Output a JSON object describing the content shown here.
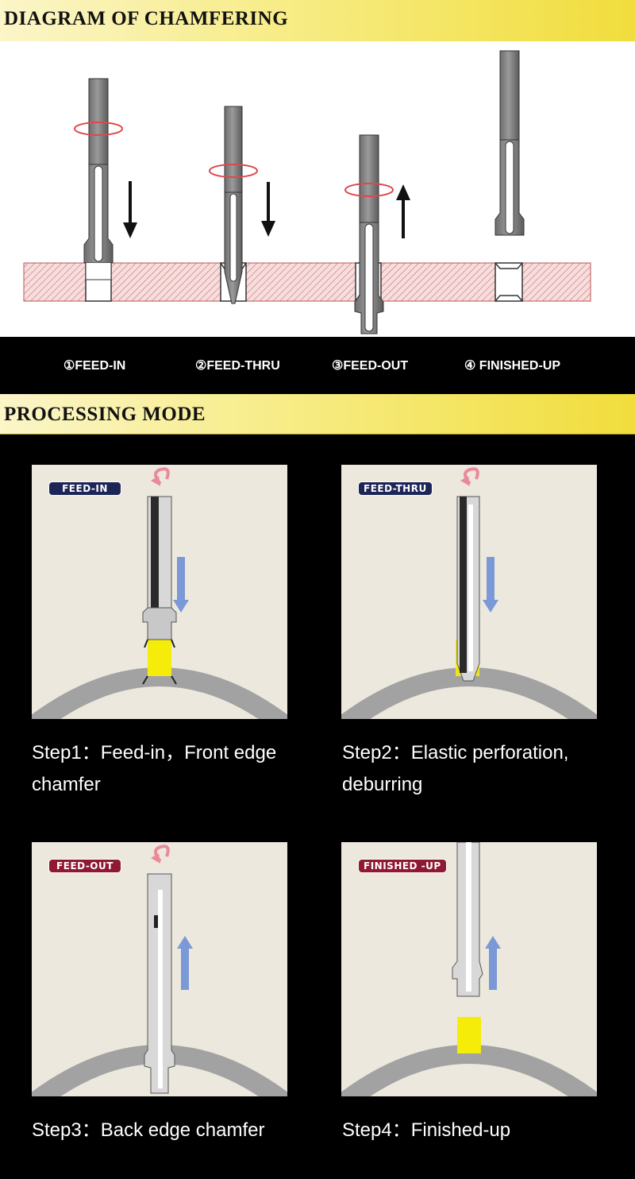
{
  "sections": {
    "diagram_title": "DIAGRAM OF CHAMFERING",
    "processing_title": "PROCESSING MODE"
  },
  "stages": [
    {
      "label": "①FEED-IN"
    },
    {
      "label": "②FEED-THRU"
    },
    {
      "label": "③FEED-OUT"
    },
    {
      "label": "④ FINISHED-UP"
    }
  ],
  "steps": [
    {
      "badge": "FEED-IN",
      "caption": "Step1：Feed-in，Front edge chamfer",
      "badge_color": "#1d2456",
      "direction": "down"
    },
    {
      "badge": "FEED-THRU",
      "caption": "Step2：Elastic perforation, deburring",
      "badge_color": "#1d2456",
      "direction": "down"
    },
    {
      "badge": "FEED-OUT",
      "caption": "Step3：Back edge chamfer",
      "badge_color": "#8f1833",
      "direction": "up"
    },
    {
      "badge": "FINISHED -UP",
      "caption": "Step4：Finished-up",
      "badge_color": "#8f1833",
      "direction": "up"
    }
  ],
  "colors": {
    "banner_gold": "#f1dd3c",
    "arrow_blue": "#7b99d6",
    "chamfer_yellow": "#f5ec0a",
    "rotation_red": "#e0474c",
    "ring_gray": "#a2a2a2"
  }
}
